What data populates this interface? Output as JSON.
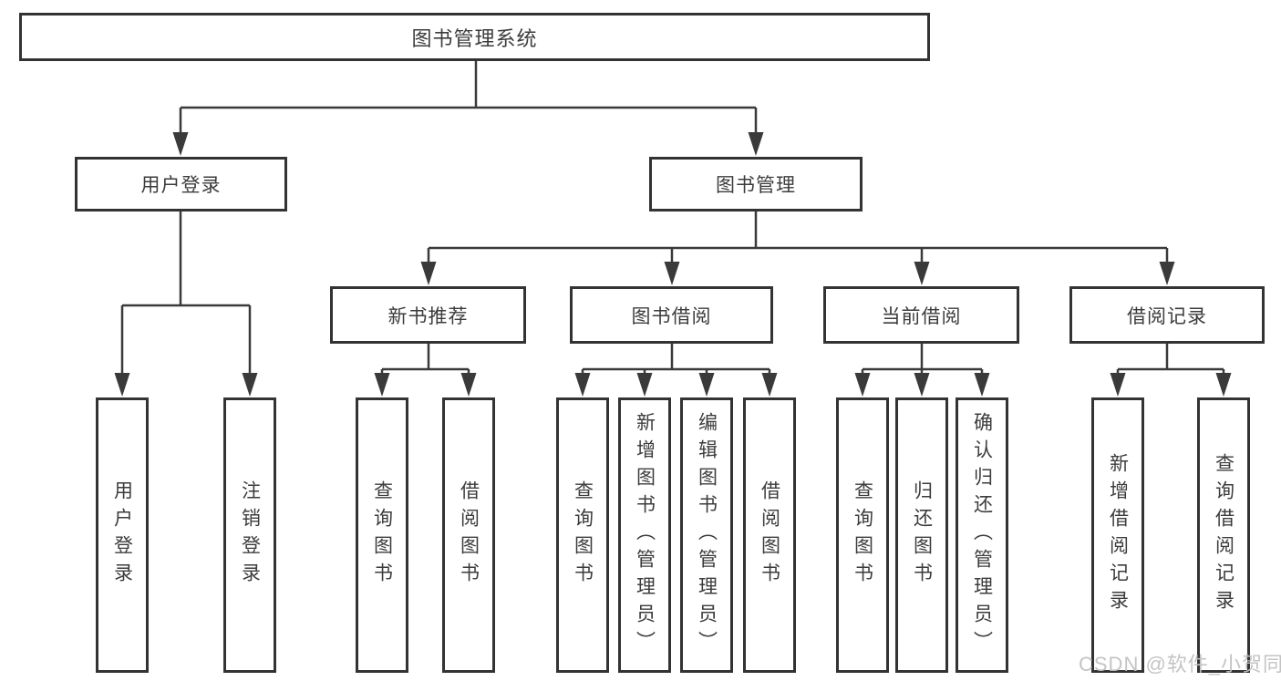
{
  "diagram": {
    "root": "图书管理系统",
    "level1": {
      "user_login": "用户登录",
      "book_mgmt": "图书管理"
    },
    "level2": {
      "new_book_rec": "新书推荐",
      "book_borrow": "图书借阅",
      "current_borrow": "当前借阅",
      "borrow_history": "借阅记录"
    },
    "leaves": {
      "login_user_login": "用户登录",
      "login_logout": "注销登录",
      "rec_query_book": "查询图书",
      "rec_borrow_book": "借阅图书",
      "bb_query_book": "查询图书",
      "bb_add_book": "新增图书（管理员）",
      "bb_edit_book": "编辑图书（管理员）",
      "bb_borrow_book": "借阅图书",
      "cb_query_book": "查询图书",
      "cb_return_book": "归还图书",
      "cb_confirm_return": "确认归还（管理员）",
      "bh_add_record": "新增借阅记录",
      "bh_query_record": "查询借阅记录"
    }
  },
  "watermark": "CSDN @软件_小贺同学",
  "colors": {
    "line": "#3a3a3a",
    "border": "#333333",
    "text": "#3c3c3c",
    "background": "#ffffff",
    "watermark": "#c1c1c1"
  }
}
